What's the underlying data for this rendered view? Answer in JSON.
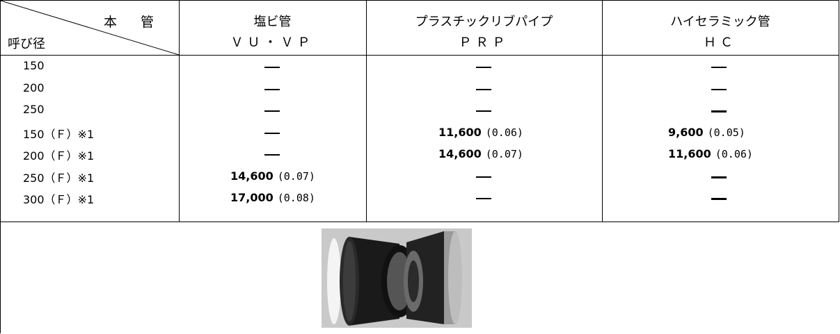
{
  "header": {
    "corner_top": "本 管",
    "corner_bottom": "呼び径",
    "columns": [
      {
        "top": "塩ビ管",
        "bottom": "ＶＵ・ＶＰ"
      },
      {
        "top": "プラスチックリブパイプ",
        "bottom": "ＰＲＰ"
      },
      {
        "top": "ハイセラミック管",
        "bottom": "ＨＣ"
      }
    ]
  },
  "rows": [
    {
      "label": "150",
      "values": [
        null,
        null,
        null
      ]
    },
    {
      "label": "200",
      "values": [
        null,
        null,
        null
      ]
    },
    {
      "label": "250",
      "values": [
        null,
        null,
        null
      ]
    },
    {
      "label": "150（Ｆ）※1",
      "values": [
        null,
        {
          "value": "11,600",
          "note": "(0.06)"
        },
        {
          "value": "9,600",
          "note": "(0.05)"
        }
      ]
    },
    {
      "label": "200（Ｆ）※1",
      "values": [
        null,
        {
          "value": "14,600",
          "note": "(0.07)"
        },
        {
          "value": "11,600",
          "note": "(0.06)"
        }
      ]
    },
    {
      "label": "250（Ｆ）※1",
      "values": [
        {
          "value": "14,600",
          "note": "(0.07)"
        },
        null,
        null
      ]
    },
    {
      "label": "300（Ｆ）※1",
      "values": [
        {
          "value": "17,000",
          "note": "(0.08)"
        },
        null,
        null
      ]
    }
  ],
  "image": {
    "icon": "pipe-fitting-photo"
  },
  "colors": {
    "border": "#000000",
    "photo_bg": "#c9c9c9"
  }
}
